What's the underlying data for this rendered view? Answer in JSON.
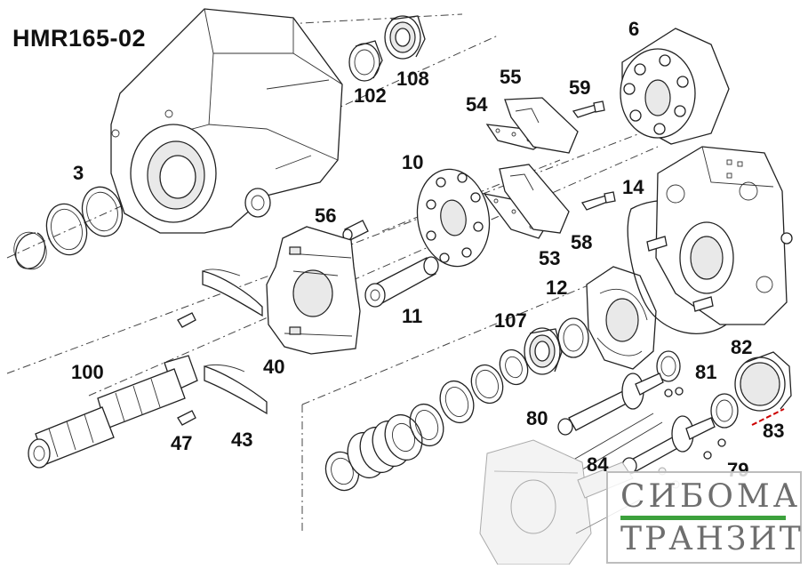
{
  "title": "HMR165-02",
  "labels": {
    "l3": "3",
    "l6": "6",
    "l10": "10",
    "l11": "11",
    "l12": "12",
    "l14": "14",
    "l40": "40",
    "l43": "43",
    "l47": "47",
    "l53": "53",
    "l54": "54",
    "l55": "55",
    "l56": "56",
    "l58": "58",
    "l59": "59",
    "l79": "79",
    "l80": "80",
    "l81": "81",
    "l82": "82",
    "l83": "83",
    "l84": "84",
    "l100": "100",
    "l102": "102",
    "l107": "107",
    "l108": "108"
  },
  "watermark": {
    "top": "СИБОМА",
    "bottom": "ТРАНЗИТ"
  },
  "colors": {
    "ink": "#222222",
    "watermark_text": "#6e6e6e",
    "watermark_bar": "#3ca13c",
    "marker_83": "#cc0000"
  }
}
